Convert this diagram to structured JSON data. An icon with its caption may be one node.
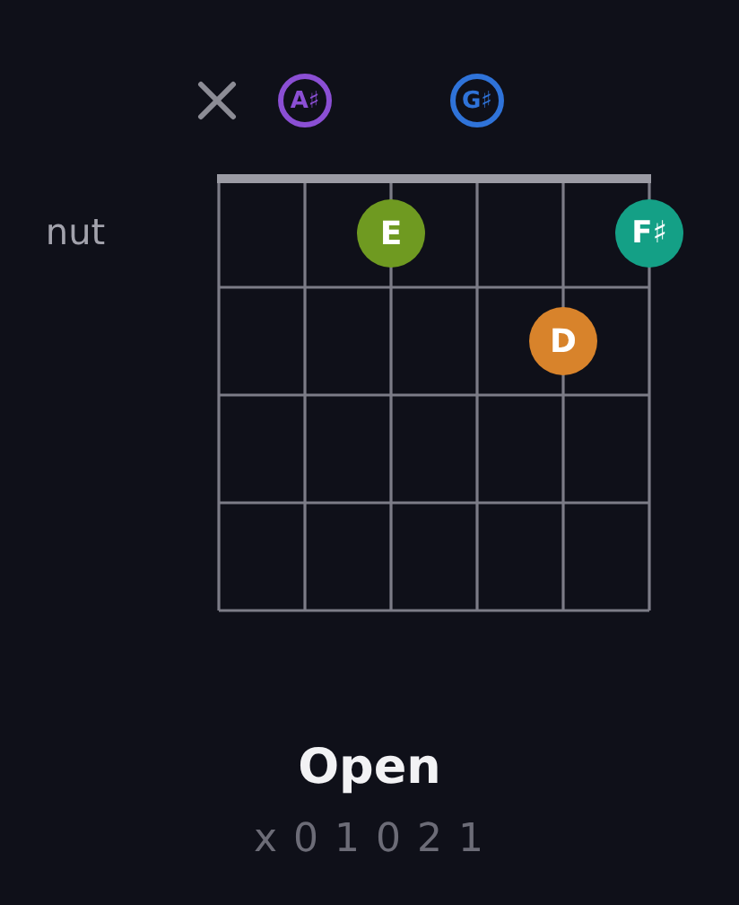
{
  "diagram": {
    "caption": "Open",
    "nodes": [
      {
        "text": [
          "A♯"
        ]
      },
      {
        "text": [
          "G♯"
        ]
      },
      {
        "text": [
          "E"
        ]
      },
      {
        "text": [
          "F♯"
        ]
      },
      {
        "text": [
          "D"
        ]
      }
    ],
    "labels": [
      "nut",
      "x 0 1 0 2 1"
    ]
  }
}
